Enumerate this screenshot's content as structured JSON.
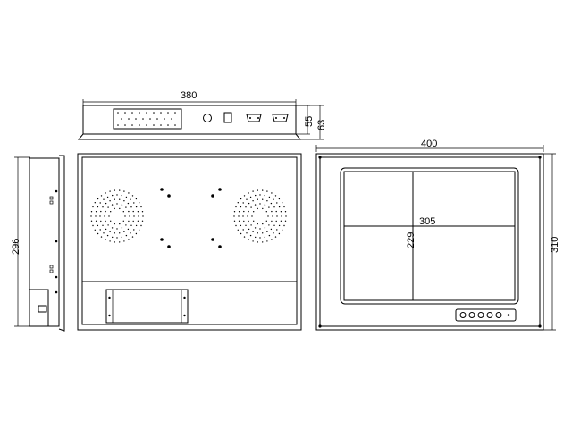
{
  "dimensions": {
    "top_view_width": "380",
    "top_view_depth_inner": "55",
    "top_view_depth_outer": "63",
    "front_width": "400",
    "front_height": "310",
    "side_height": "296",
    "screen_width": "305",
    "screen_height": "229"
  },
  "icons": {
    "vent": "circular-vent-icon",
    "screw": "screw-hole-icon",
    "button_row": "control-button-icon"
  },
  "colors": {
    "line": "#000000",
    "background": "#ffffff"
  }
}
